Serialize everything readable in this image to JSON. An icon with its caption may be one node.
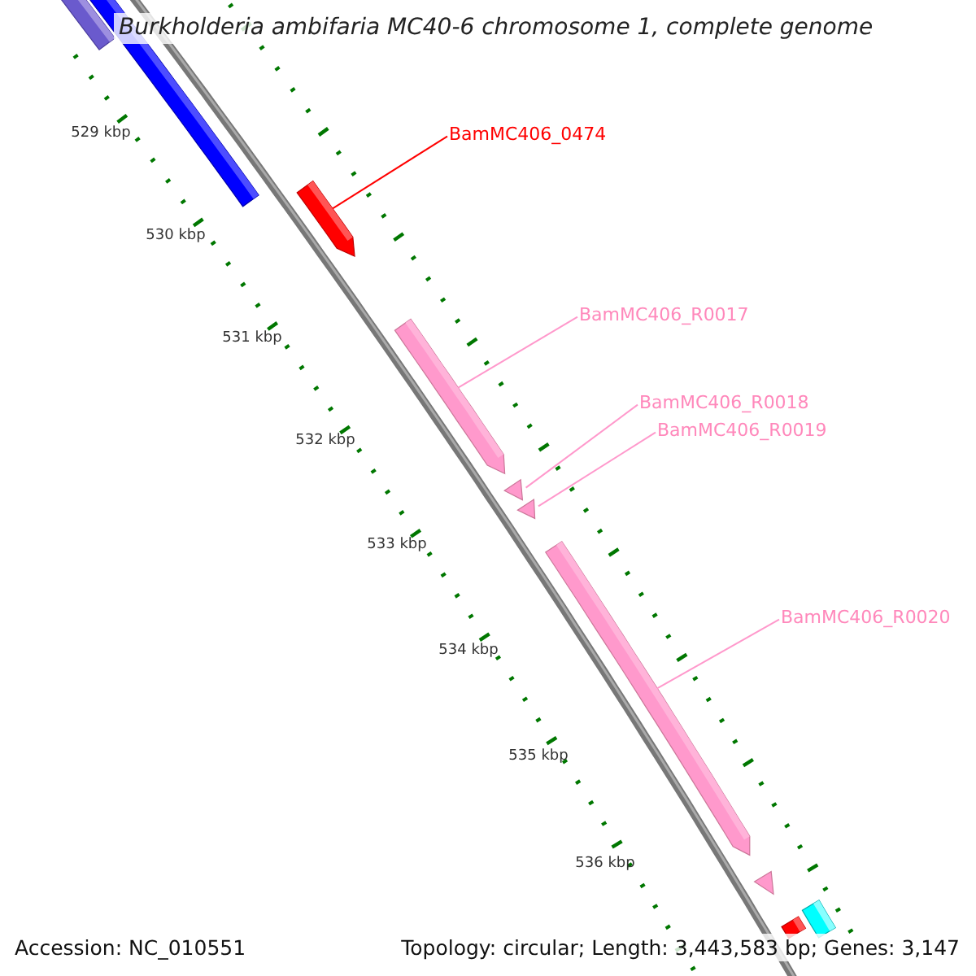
{
  "diagram": {
    "title": "Burkholderia ambifaria MC40-6 chromosome 1, complete genome",
    "nodes": [
      {
        "text": [
          "BamMC406_0474"
        ]
      },
      {
        "text": [],
        "shape": "bar"
      },
      {
        "text": [
          "BamMC406_R0017"
        ]
      },
      {
        "text": [],
        "shape": "bar"
      },
      {
        "text": [
          "BamMC406_R0018"
        ]
      },
      {
        "text": [],
        "shape": "triangle"
      },
      {
        "text": [
          "BamMC406_R0019"
        ]
      },
      {
        "text": [],
        "shape": "triangle"
      },
      {
        "text": [
          "BamMC406_R0020"
        ]
      },
      {
        "text": [],
        "shape": "bar"
      },
      {
        "text": [],
        "shape": "bar"
      },
      {
        "text": [],
        "shape": "bar"
      },
      {
        "text": [],
        "shape": "triangle"
      },
      {
        "text": [],
        "shape": "bar"
      },
      {
        "text": [],
        "shape": "bar"
      }
    ],
    "edges": [
      {
        "from": 0,
        "to": 1,
        "arrow": "none",
        "color": "#ff0000"
      },
      {
        "from": 2,
        "to": 3,
        "arrow": "none"
      },
      {
        "from": 4,
        "to": 5,
        "arrow": "none"
      },
      {
        "from": 6,
        "to": 7,
        "arrow": "none"
      },
      {
        "from": 8,
        "to": 9,
        "arrow": "none"
      }
    ],
    "labels": [
      "529 kbp",
      "530 kbp",
      "531 kbp",
      "532 kbp",
      "533 kbp",
      "534 kbp",
      "535 kbp",
      "536 kbp",
      "Accession: NC_010551",
      "Topology: circular; Length: 3,443,583 bp; Genes: 3,147"
    ]
  }
}
